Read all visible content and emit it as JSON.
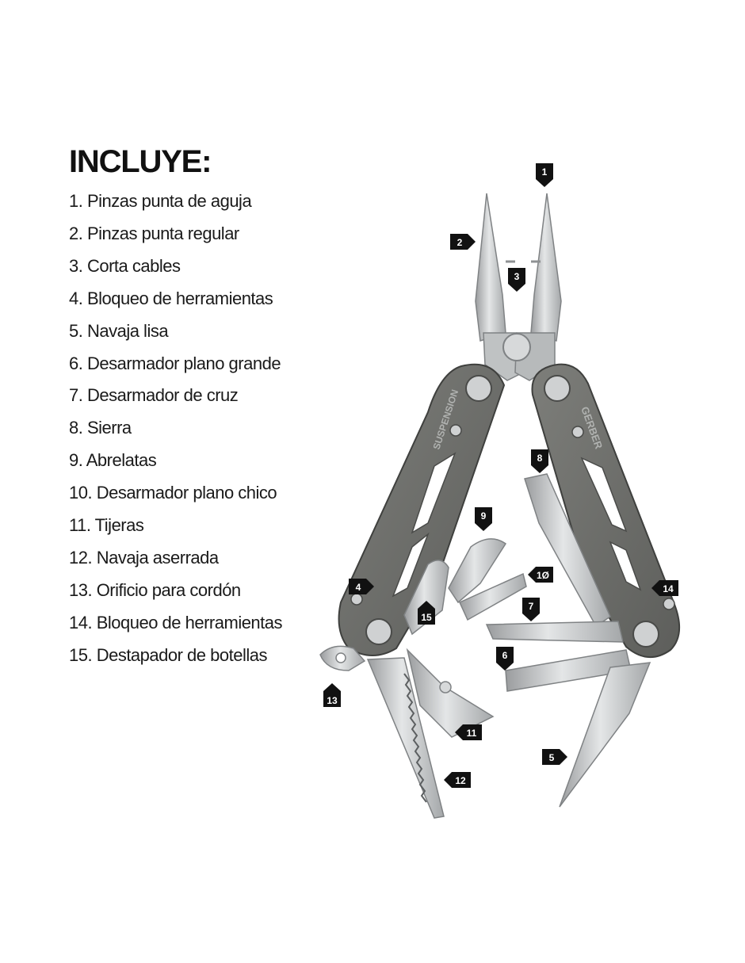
{
  "title": "INCLUYE:",
  "items": [
    "1. Pinzas punta de aguja",
    "2. Pinzas punta regular",
    "3. Corta cables",
    "4. Bloqueo de herramientas",
    "5. Navaja lisa",
    "6. Desarmador plano grande",
    "7. Desarmador de cruz",
    "8. Sierra",
    "9. Abrelatas",
    "10. Desarmador plano chico",
    "11. Tijeras",
    "12. Navaja aserrada",
    "13. Orificio para cordón",
    "14. Bloqueo de herramientas",
    "15. Destapador de botellas"
  ],
  "handle_text_left": "SUSPENSION",
  "handle_text_right": "GERBER",
  "callouts": [
    "1",
    "2",
    "3",
    "4",
    "5",
    "6",
    "7",
    "8",
    "9",
    "1Ø",
    "11",
    "12",
    "13",
    "14",
    "15"
  ],
  "colors": {
    "handle": "#6f706c",
    "steel": "#c9cbcc",
    "steel_dark": "#8e9193",
    "callout_bg": "#111111"
  }
}
